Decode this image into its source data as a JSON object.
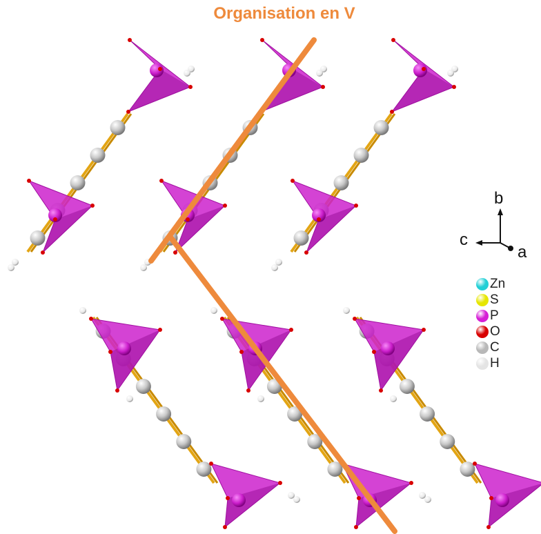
{
  "title": "Organisation en V",
  "colors": {
    "title": "#ee8a3c",
    "annotation_line": "#ee8a3c",
    "tetrahedron": "#cc22cc",
    "tetrahedron_dark": "#9b119b",
    "bond": "#e3a514"
  },
  "axes": {
    "b": "b",
    "c": "c",
    "a": "a"
  },
  "legend": [
    {
      "label": "Zn",
      "color": "#22cfd6"
    },
    {
      "label": "S",
      "color": "#e6e600"
    },
    {
      "label": "P",
      "color": "#d61fd6"
    },
    {
      "label": "O",
      "color": "#d80000"
    },
    {
      "label": "C",
      "color": "#b8b8b8"
    },
    {
      "label": "H",
      "color": "#e4e4e4"
    }
  ]
}
